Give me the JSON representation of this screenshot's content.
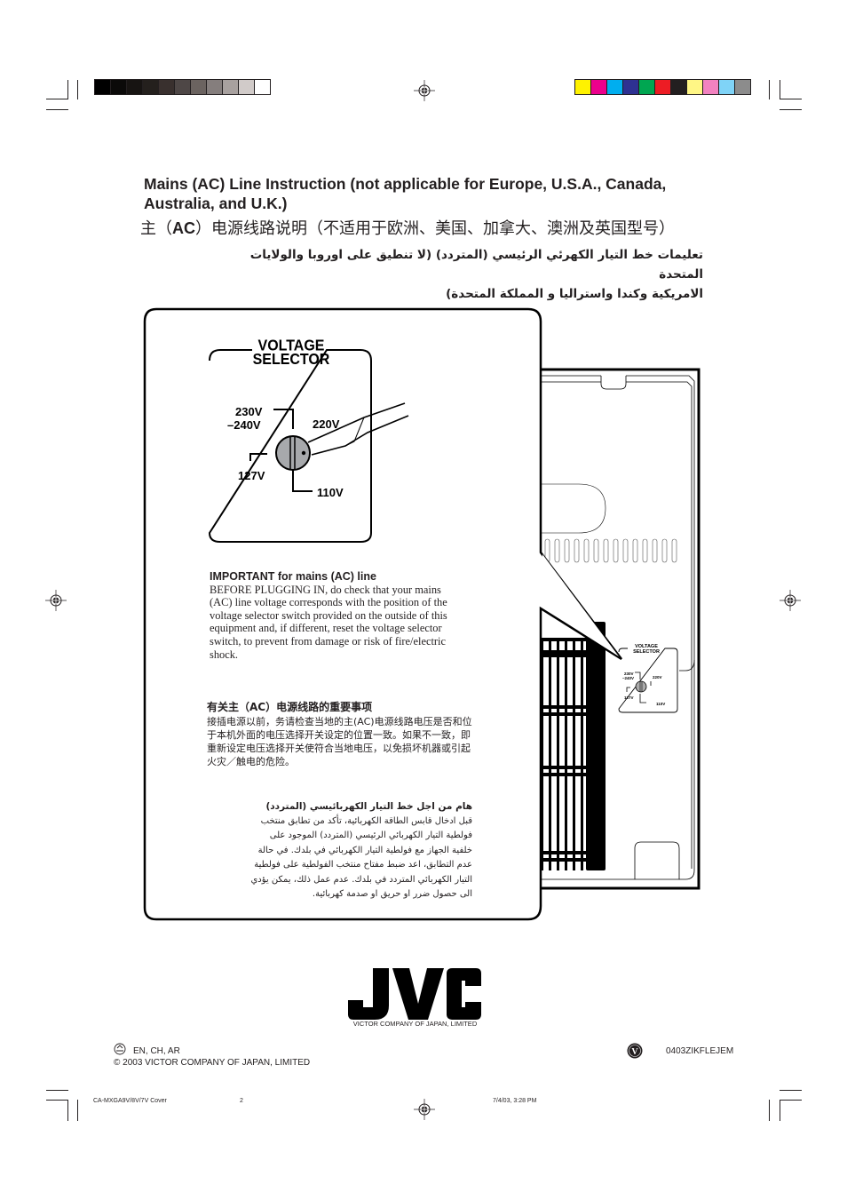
{
  "print_marks": {
    "grayscale_bar": [
      "#000000",
      "#0b0a09",
      "#171412",
      "#24201d",
      "#39302e",
      "#4e4746",
      "#6b6360",
      "#857e7d",
      "#a8a19f",
      "#d1cbc9",
      "#ffffff"
    ],
    "color_bar": [
      "#fff200",
      "#ec008c",
      "#00aeef",
      "#2e3192",
      "#00a651",
      "#ed1c24",
      "#231f20",
      "#fff685",
      "#f282c0",
      "#7fd3f7",
      "#8c8c8c"
    ]
  },
  "header": {
    "title_en": "Mains (AC) Line Instruction (not applicable for Europe, U.S.A., Canada, Australia, and U.K.)",
    "title_zh_prefix": "主（",
    "title_zh_ac": "AC",
    "title_zh_suffix": "）电源线路说明（不适用于欧洲、美国、加拿大、澳洲及英国型号）",
    "title_ar_line1": "تعليمات خط  التيار الكهرئي الرئيسي (المتردد) (لا تنطيق على اوروبا والولايات المتحدة",
    "title_ar_line2": "الامريكية وكندا واستراليا و المملكة المتحدة)"
  },
  "diagram": {
    "selector_title_line1": "VOLTAGE",
    "selector_title_line2": "SELECTOR",
    "label_230": "230V",
    "label_240": "–240V",
    "label_220": "220V",
    "label_127": "127V",
    "label_110": "110V"
  },
  "callout": {
    "en_heading": "IMPORTANT for mains (AC) line",
    "en_body": "BEFORE PLUGGING IN, do check that your mains (AC) line voltage corresponds with the position of the voltage selector switch provided on the outside of this equipment and, if different, reset the voltage selector switch, to prevent from damage or risk of fire/electric shock.",
    "zh_heading": "有关主（AC）电源线路的重要事项",
    "zh_body": "接插电源以前，务请检查当地的主(AC)电源线路电压是否和位于本机外面的电压选择开关设定的位置一致。如果不一致，即重新设定电压选择开关使符合当地电压，以免损坏机器或引起火灾／触电的危险。",
    "ar_heading": "هام من اجل خط التيار الكهربائيسي (المتردد)",
    "ar_body": "قبل ادخال قابس الطاقة الكهربائية، تأكد من تطابق منتخب فولطية التيار الكهربائي الرئيسي (المتردد) الموجود على خلفية الجهاز مع فولطية التيار الكهربائي في بلدك. في حالة عدم التطابق، اعد ضبط مفتاح منتخب الفولطية على فولطية التيار الكهربائي المتردد في بلدك. عدم عمل ذلك، يمكن يؤدي الى حصول ضرر او حريق او صدمة كهربائية."
  },
  "footer": {
    "brand": "JVC",
    "brand_subtitle": "VICTOR COMPANY OF JAPAN, LIMITED",
    "languages": "EN, CH, AR",
    "copyright": "© 2003 VICTOR COMPANY OF JAPAN, LIMITED",
    "doc_code": "0403ZIKFLEJEM",
    "slug_file": "CA-MXGA9V/8V/7V Cover",
    "slug_page": "2",
    "slug_date": "7/4/03, 3:28 PM"
  }
}
